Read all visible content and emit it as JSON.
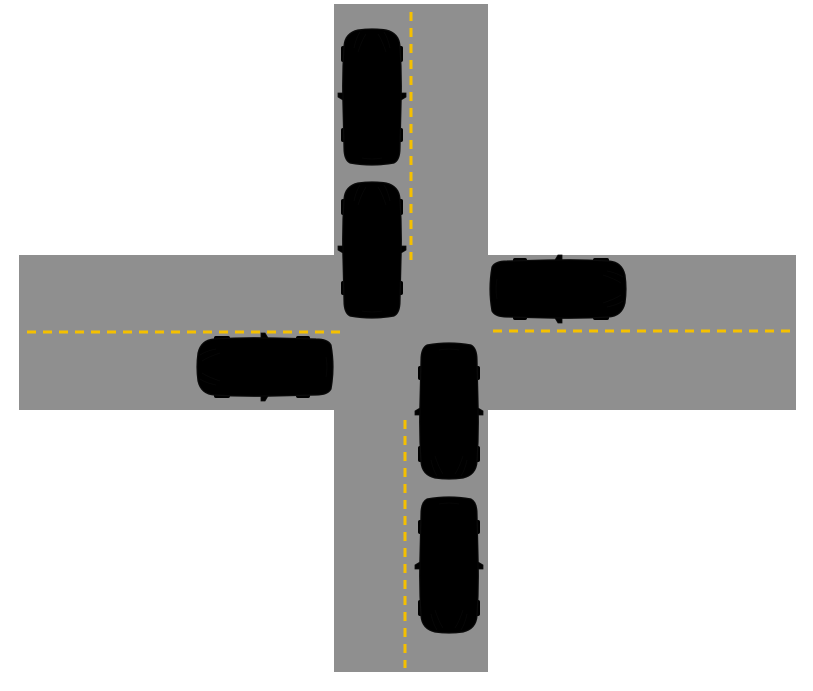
{
  "scene": {
    "kind": "four-way intersection",
    "colors": {
      "background": "#ffffff",
      "road": "#8f8f8f",
      "lane_marking": "#f5c000",
      "green_car_body": "#2a7a00",
      "green_car_shade": "#1e5a00",
      "yellow_car_body": "#ffff00",
      "yellow_car_shade": "#d8d800",
      "window": "#2a2a22",
      "tire": "#111111"
    },
    "cars": [
      {
        "id": "green-car-north-1",
        "color": "green",
        "heading": "south"
      },
      {
        "id": "green-car-north-2",
        "color": "green",
        "heading": "south"
      },
      {
        "id": "green-car-south-1",
        "color": "green",
        "heading": "north"
      },
      {
        "id": "green-car-south-2",
        "color": "green",
        "heading": "north"
      },
      {
        "id": "yellow-car-west",
        "color": "yellow",
        "heading": "east"
      },
      {
        "id": "yellow-car-east",
        "color": "yellow",
        "heading": "west"
      }
    ]
  }
}
